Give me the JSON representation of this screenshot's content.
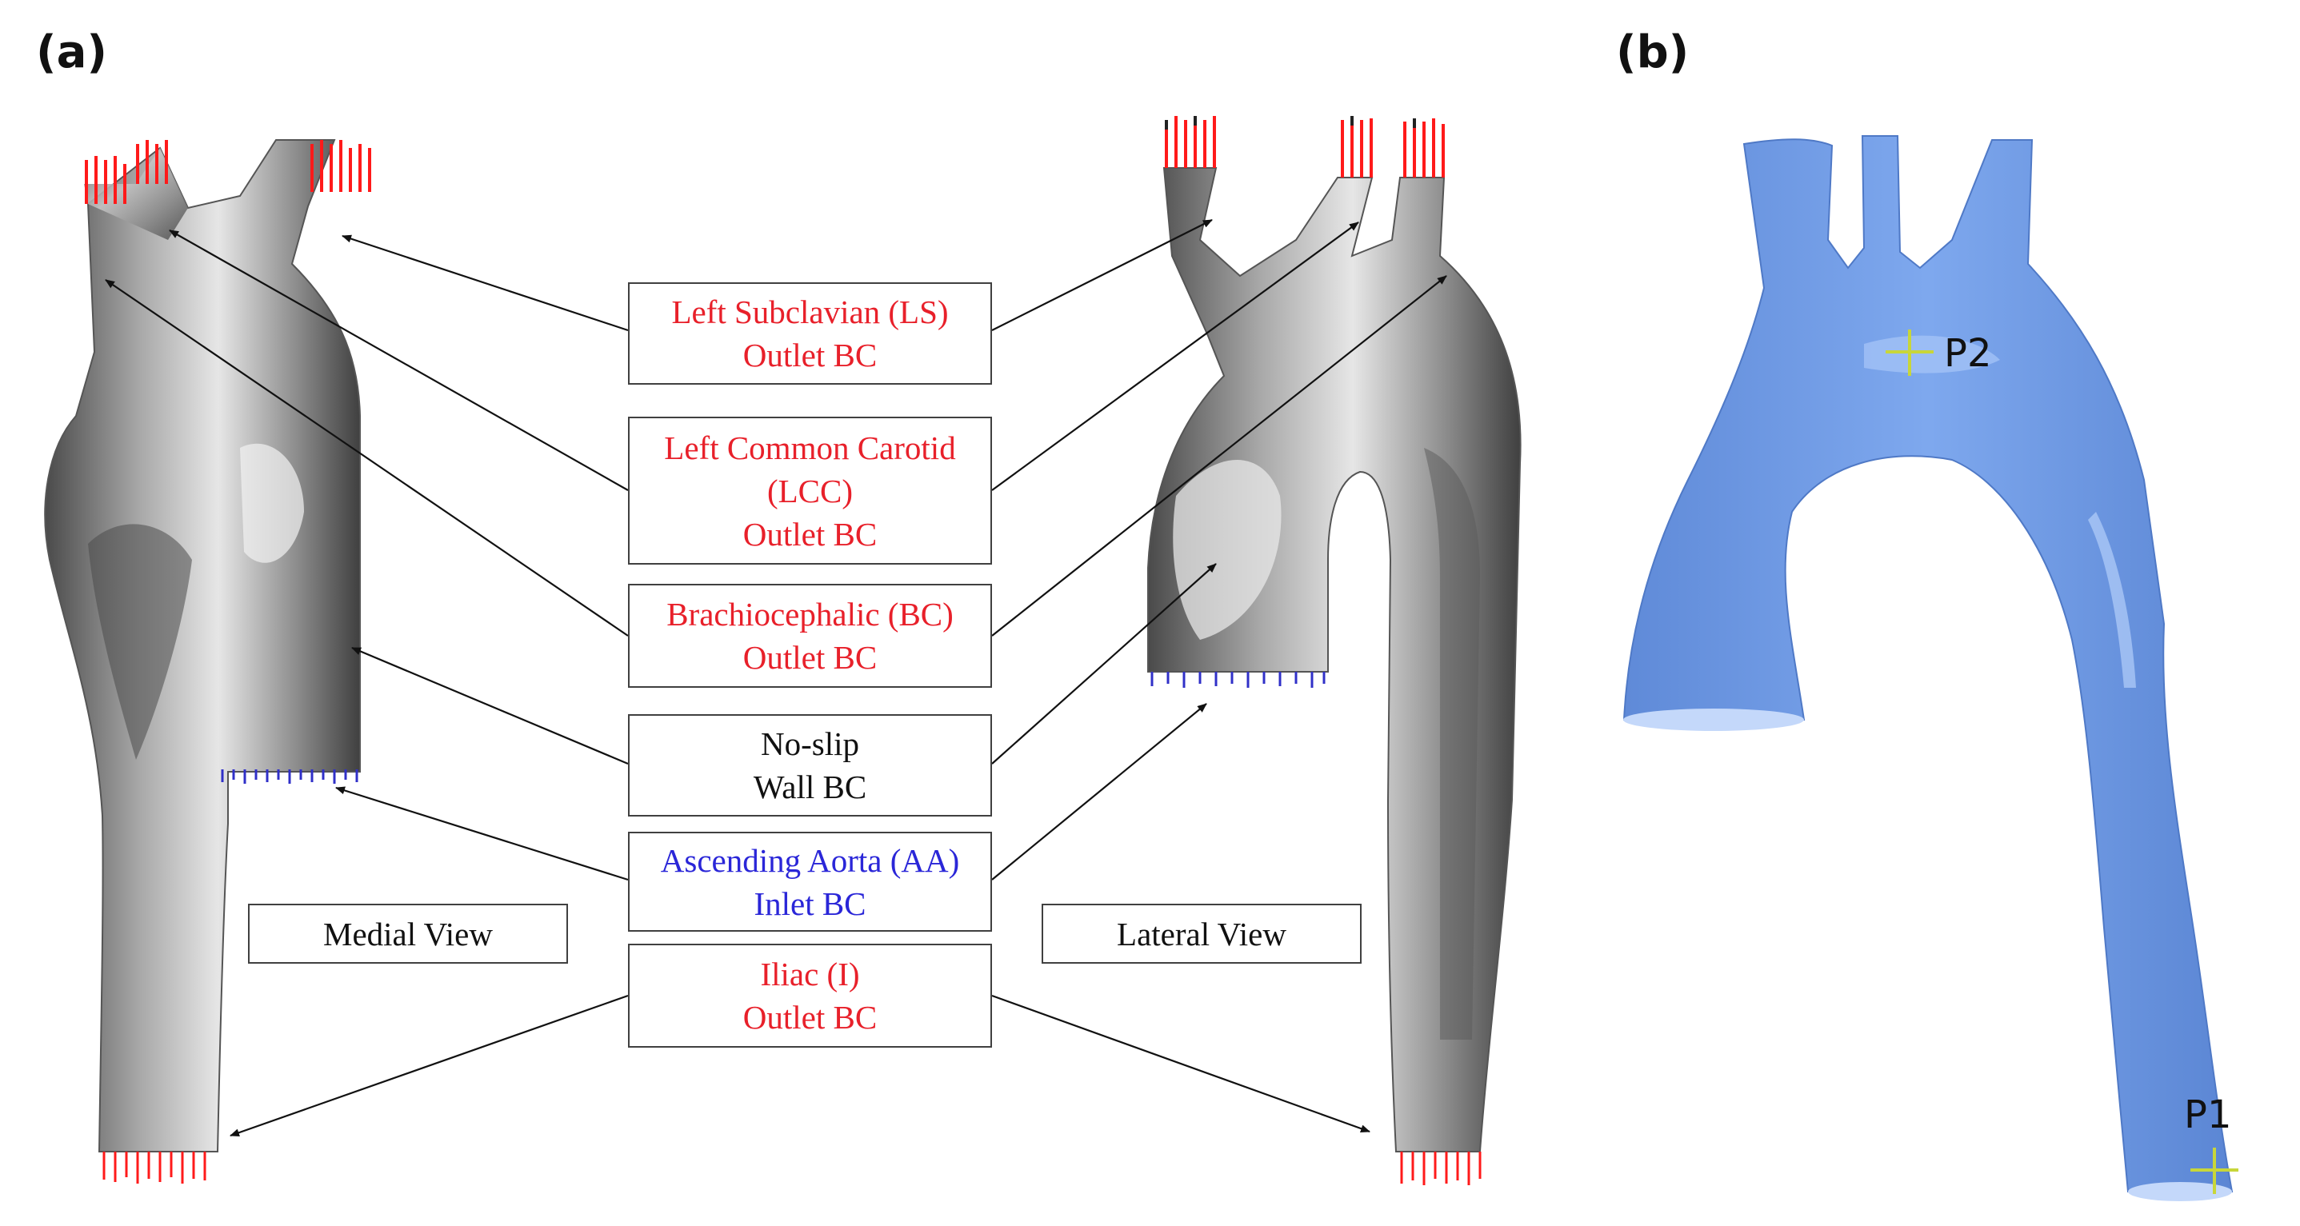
{
  "panels": {
    "a": "(a)",
    "b": "(b)"
  },
  "labels": {
    "ls": {
      "line1": "Left Subclavian (LS)",
      "line2": "Outlet BC"
    },
    "lcc": {
      "line1": "Left Common Carotid",
      "line2": "(LCC)",
      "line3": "Outlet BC"
    },
    "bc": {
      "line1": "Brachiocephalic (BC)",
      "line2": "Outlet BC"
    },
    "wall": {
      "line1": "No-slip",
      "line2": "Wall BC"
    },
    "aa": {
      "line1": "Ascending Aorta (AA)",
      "line2": "Inlet BC"
    },
    "iliac": {
      "line1": "Iliac (I)",
      "line2": "Outlet BC"
    }
  },
  "views": {
    "medial": "Medial View",
    "lateral": "Lateral View"
  },
  "points": {
    "p1": "P1",
    "p2": "P2"
  },
  "colors": {
    "outlet_text": "#e8202a",
    "inlet_text": "#2a26d8",
    "wall_text": "#111111",
    "outlet_arrows": "#ff1a1a",
    "inlet_arrows": "#3030c8",
    "vessel_gray": "#8a8a8a",
    "vessel_blue": "#6f9be6",
    "point_marker": "#c8d63a"
  }
}
